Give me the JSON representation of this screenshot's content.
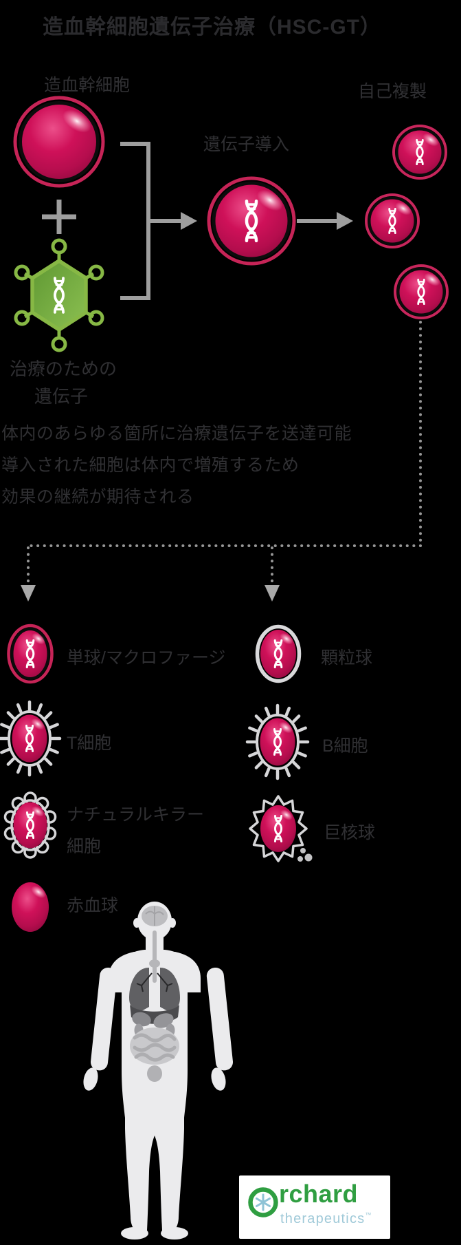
{
  "title": "造血幹細胞遺伝子治療（HSC-GT）",
  "diagram": {
    "stem_cell_label": "造血幹細胞",
    "vector_label": [
      "治療のための",
      "遺伝子"
    ],
    "transduction_label": "遺伝子導入",
    "self_renewal_label": "自己複製",
    "description_lines": [
      "体内のあらゆる箇所に治療遺伝子を送達可能",
      "導入された細胞は体内で増殖するため",
      "効果の継続が期待される"
    ]
  },
  "cell_types": {
    "monocyte": "単球/マクロファージ",
    "granulocyte": "顆粒球",
    "t_cell": "T細胞",
    "b_cell": "B細胞",
    "nk_cell": [
      "ナチュラルキラー",
      "細胞"
    ],
    "megakaryocyte": "巨核球",
    "red_blood_cell": "赤血球"
  },
  "logo": {
    "brand": "Orchard",
    "brand_text": "rchard",
    "subtitle": "therapeutics",
    "trademark": "™"
  },
  "colors": {
    "background": "#000000",
    "cell_magenta": "#c41055",
    "cell_ring_crimson": "#c62457",
    "vector_green": "#87b845",
    "connector_gray": "#9e9e9e",
    "text_gray": "#303033",
    "logo_green": "#2f9e41",
    "logo_blue": "#9fc9d8"
  }
}
